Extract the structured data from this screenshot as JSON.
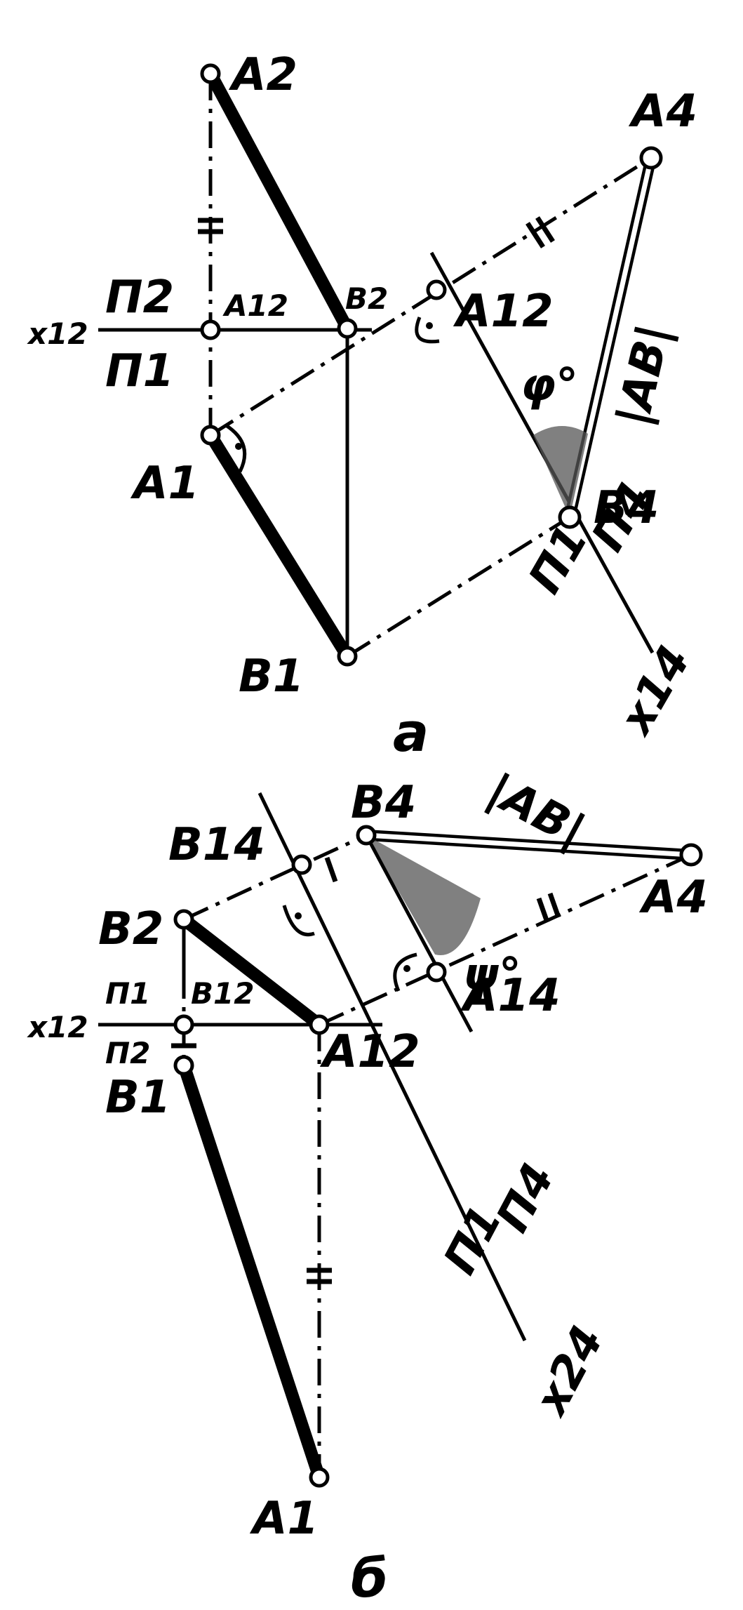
{
  "figure_a": {
    "A2": "A2",
    "A12_left": "A12",
    "B2": "B2",
    "x12": "x12",
    "P2": "П2",
    "P1": "П1",
    "A1": "A1",
    "B1": "B1",
    "A4": "A4",
    "A12_right": "A12",
    "AB": "|AB|",
    "phi": "φ°",
    "B4": "B4",
    "P4": "П4",
    "P1_axis": "П1",
    "x14": "x14",
    "caption": "а"
  },
  "figure_b": {
    "B4": "B4",
    "B14": "B14",
    "AB": "|AB|",
    "B2": "B2",
    "psi": "ψ°",
    "A4": "A4",
    "A14": "A14",
    "P1": "П1",
    "B12": "B12",
    "x12": "x12",
    "P2": "П2",
    "A12": "A12",
    "B1": "B1",
    "P4": "П4",
    "P1_axis": "П1",
    "x24": "x24",
    "A1": "A1",
    "caption": "б"
  }
}
